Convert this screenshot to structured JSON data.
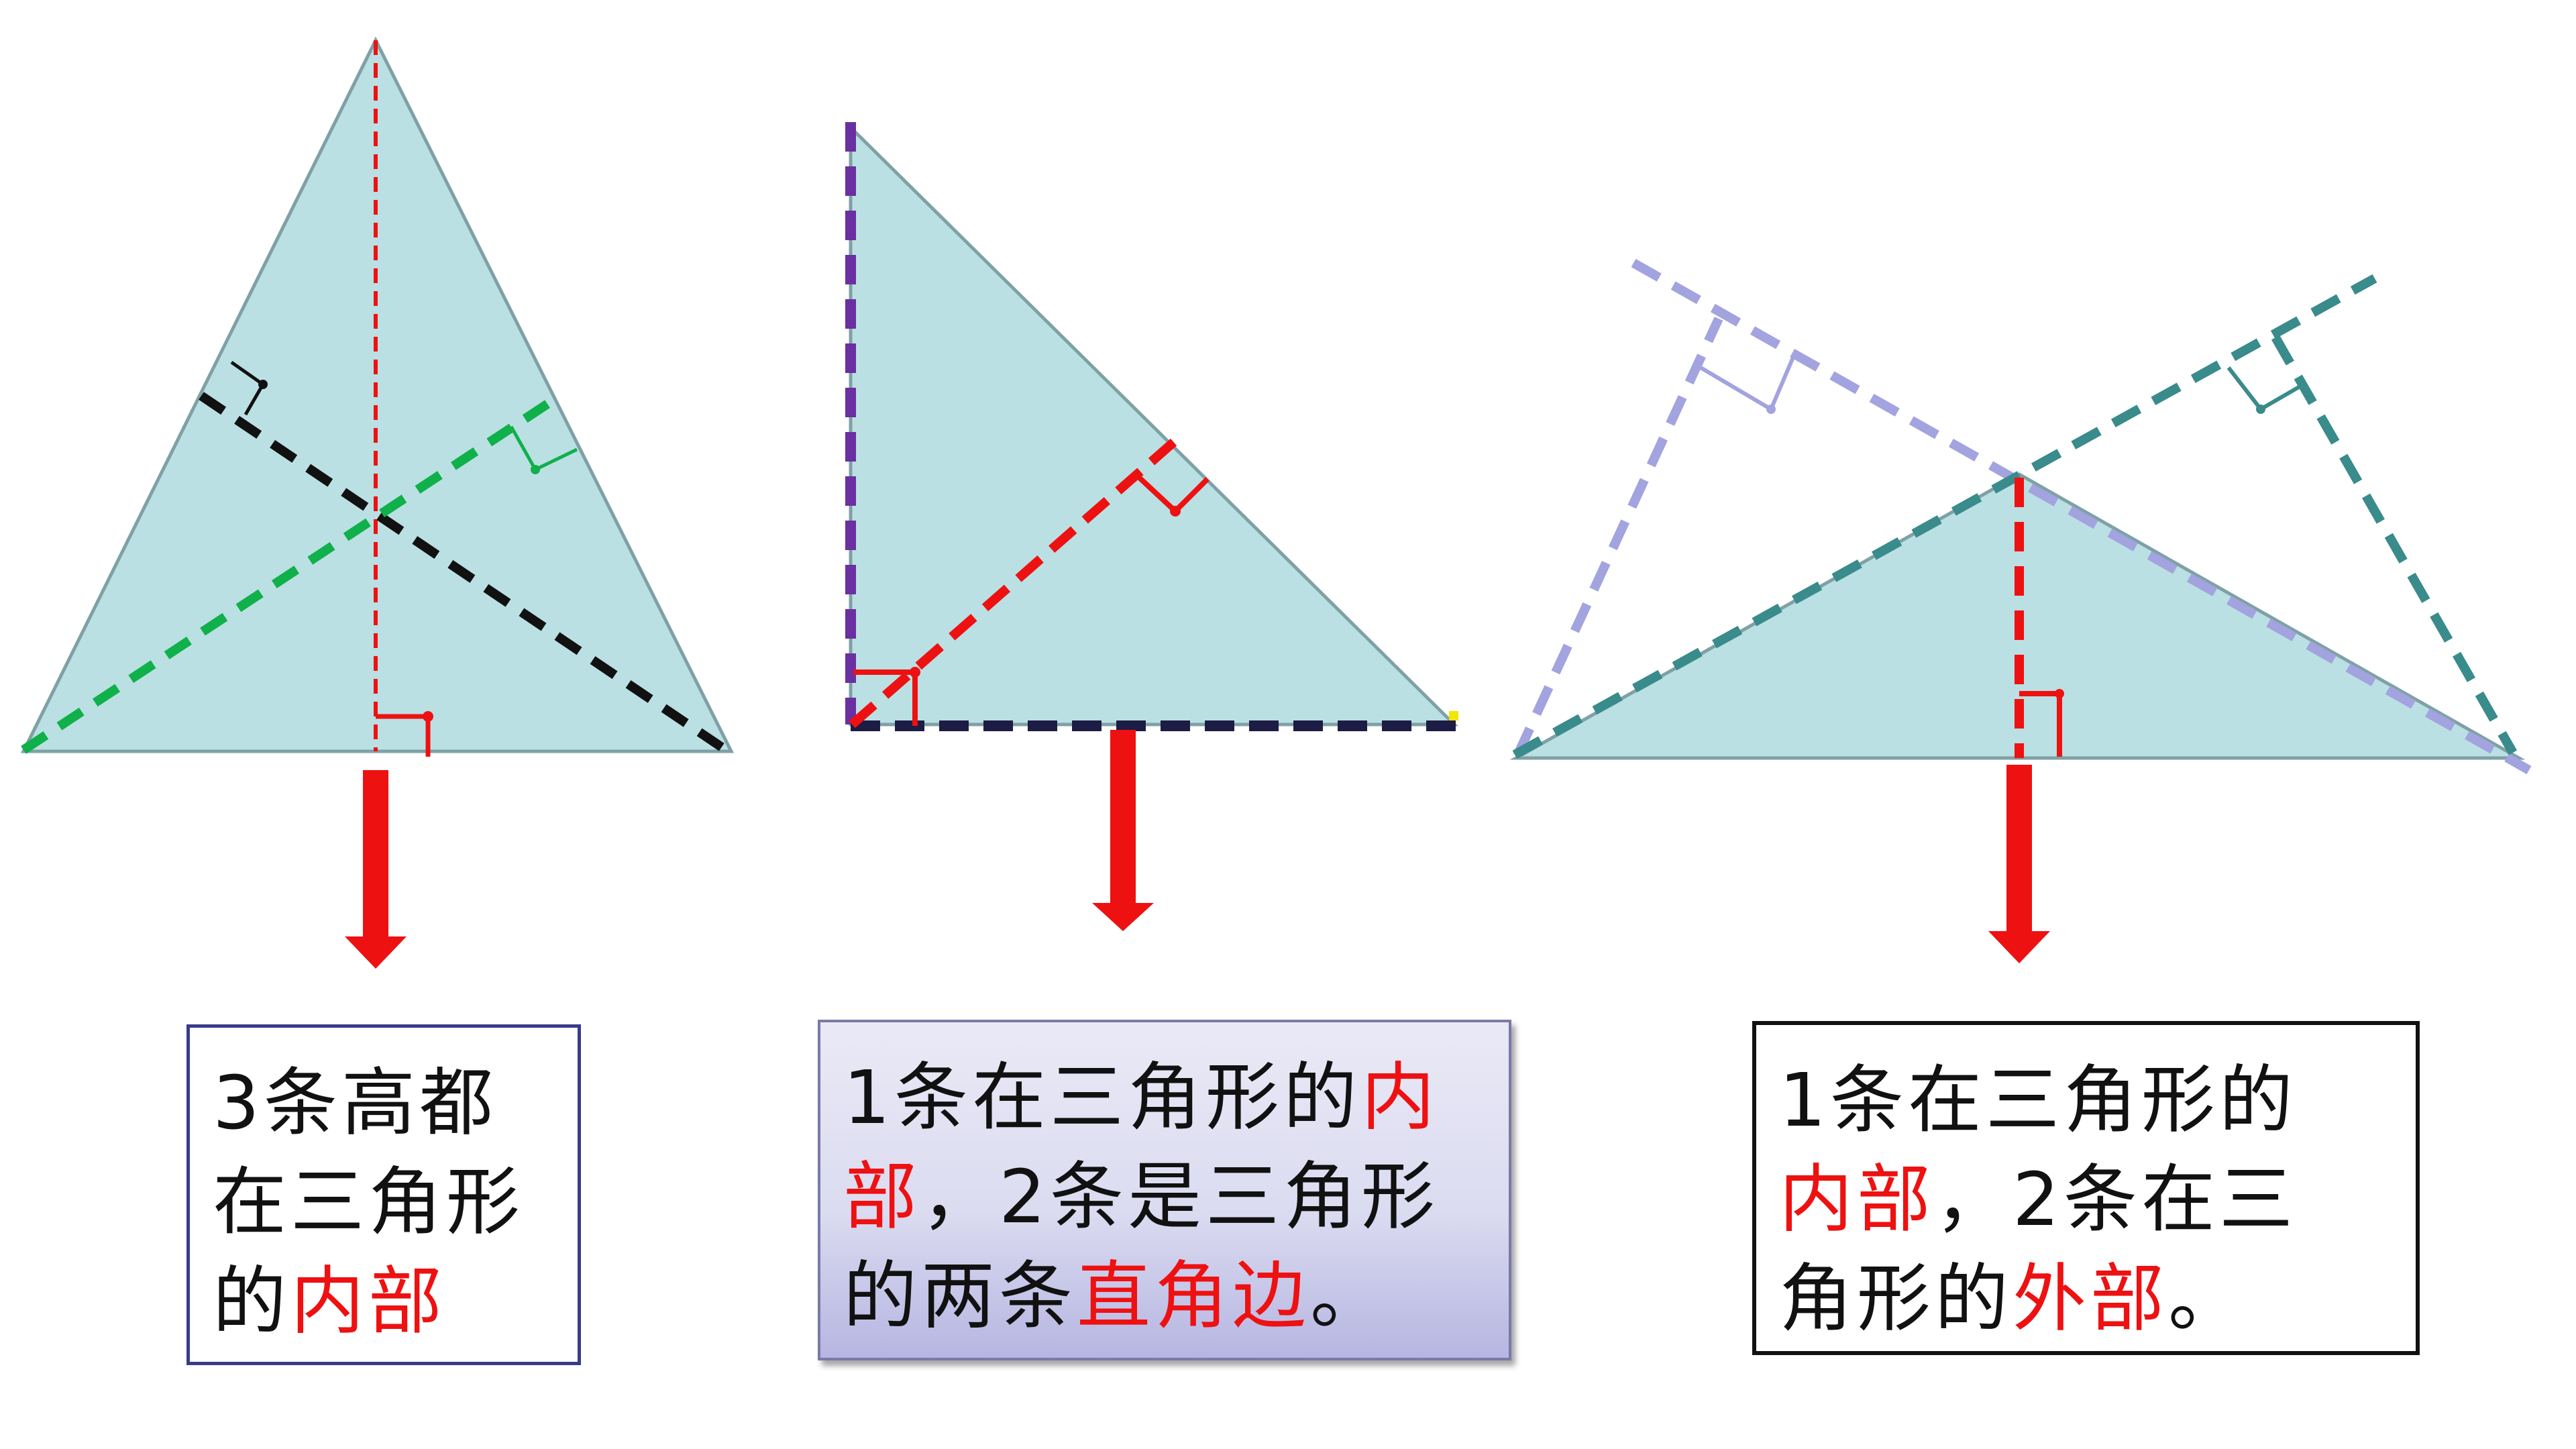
{
  "colors": {
    "triangle_fill": "#bae0e3",
    "triangle_edge": "#7fa1a6",
    "altitude_red": "#ee1111",
    "altitude_green": "#10b04a",
    "altitude_black": "#111111",
    "leg_purple": "#6a2fa0",
    "leg_navy": "#1c1c44",
    "ext_lavender": "#a3a3e0",
    "ext_teal": "#3a8b8b",
    "arrow": "#ee1111"
  },
  "captions": [
    {
      "lines": [
        [
          {
            "text": "3条高都",
            "color": "black"
          }
        ],
        [
          {
            "text": "在三角形",
            "color": "black"
          }
        ],
        [
          {
            "text": "的",
            "color": "black"
          },
          {
            "text": "内部",
            "color": "red"
          }
        ]
      ]
    },
    {
      "lines": [
        [
          {
            "text": "1条在三角形的",
            "color": "black"
          },
          {
            "text": "内",
            "color": "red"
          }
        ],
        [
          {
            "text": "部",
            "color": "red"
          },
          {
            "text": "，2条是三角形",
            "color": "black"
          }
        ],
        [
          {
            "text": "的两条",
            "color": "black"
          },
          {
            "text": "直角边",
            "color": "red"
          },
          {
            "text": "。",
            "color": "black"
          }
        ]
      ]
    },
    {
      "lines": [
        [
          {
            "text": "1条在三角形的",
            "color": "black"
          }
        ],
        [
          {
            "text": "内部",
            "color": "red"
          },
          {
            "text": "，2条在三",
            "color": "black"
          }
        ],
        [
          {
            "text": "角形的",
            "color": "black"
          },
          {
            "text": "外部",
            "color": "red"
          },
          {
            "text": "。",
            "color": "black"
          }
        ]
      ]
    }
  ]
}
